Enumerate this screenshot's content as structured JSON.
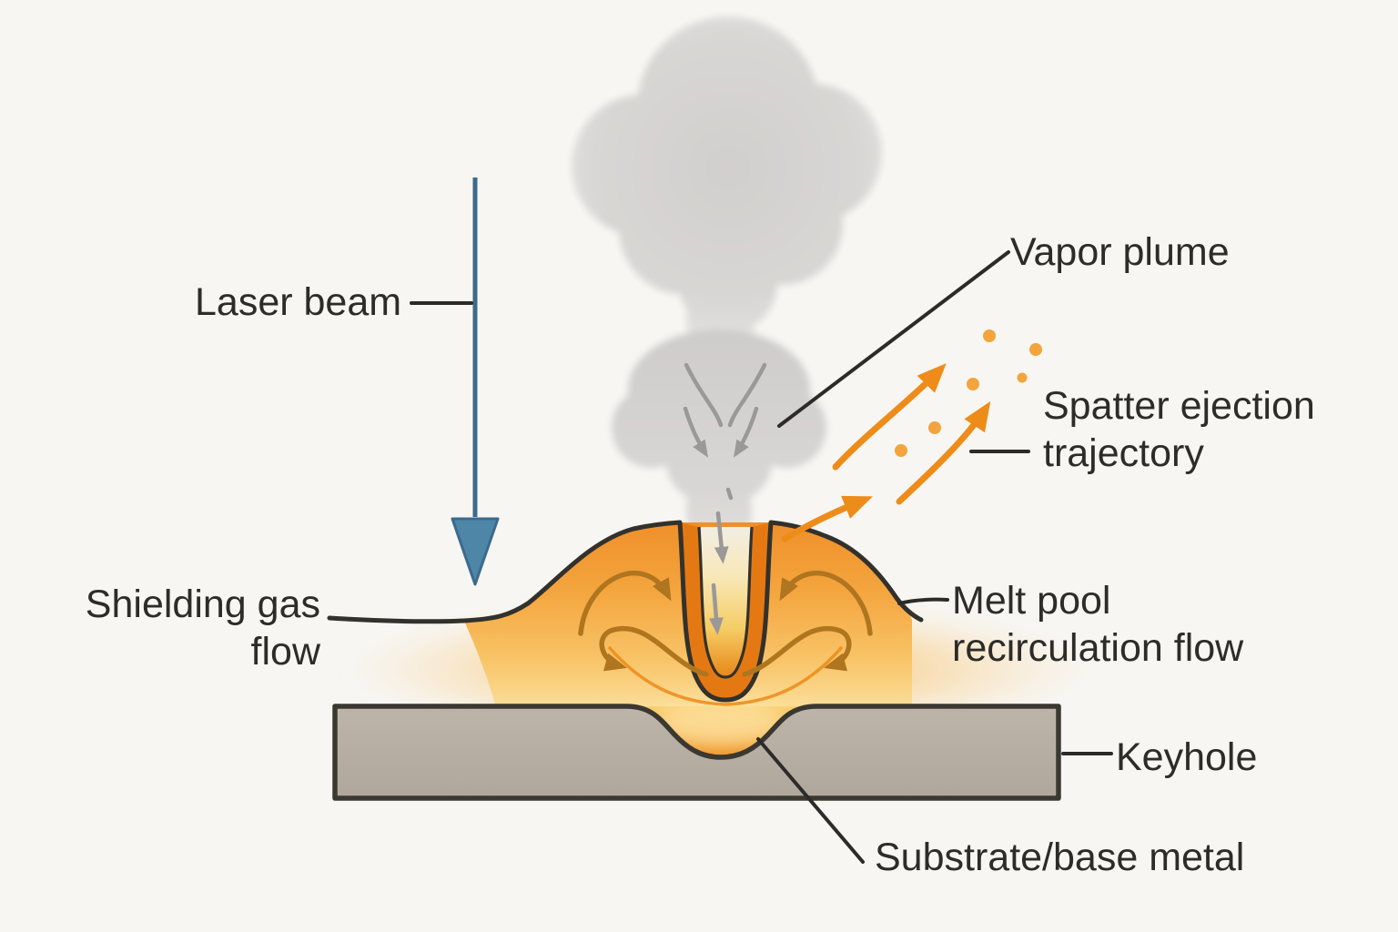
{
  "figure": {
    "description": "Cross-section diagram of laser keyhole welding process"
  },
  "labels": {
    "laser_beam": "Laser beam",
    "vapor_plume": "Vapor plume",
    "spatter_line1": "Spatter ejection",
    "spatter_line2": "trajectory",
    "melt_pool_line1": "Melt pool",
    "melt_pool_line2": "recirculation flow",
    "shielding_line1": "Shielding gas",
    "shielding_line2": "flow",
    "keyhole": "Keyhole",
    "substrate": "Substrate/base metal"
  },
  "colors": {
    "background": "#f7f6f3",
    "text": "#2d2c29",
    "outline": "#33312c",
    "leader_line": "#2c2b28",
    "laser_blue_line": "#3c6a8e",
    "laser_blue_fill": "#4e86a7",
    "melt_orange": "#ef8f2a",
    "melt_glow_pale": "#fce4a4",
    "keyhole_wall_orange": "#e47914",
    "recirculation_brown": "#b0751f",
    "spatter_orange": "#ee8c1a",
    "spatter_dot": "#f3a43c",
    "steam_gray": "#9b9997",
    "plume_gray": "#d2d0ce",
    "substrate_tan": "#b6ada2"
  }
}
